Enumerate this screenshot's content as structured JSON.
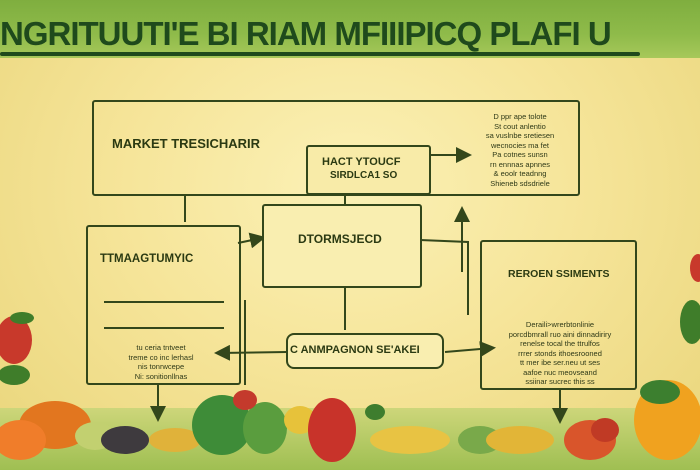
{
  "banner": {
    "title": "NGRITUUTI'E BI RIAM MFIIIPICQ PLAFI U"
  },
  "diagram": {
    "market_research": {
      "label": "MARKET TRESICHARIR"
    },
    "top_note": {
      "lines": [
        "D ppr ape tolote",
        "St cout anlentio",
        "sa vuslnbe sretiesen",
        "wecnocies ma fet",
        "Pa cotnes sunsn",
        "rn ennnas apnnes",
        "& eoolr teadnng",
        "Shieneb sdsdriele"
      ]
    },
    "hacy_box": {
      "line1": "HACT YTOUCF",
      "line2": "SIRDLCA1 SO"
    },
    "dtorms_box": {
      "label": "DTORMSJECD"
    },
    "tmagtu_box": {
      "label": "TTMAAGTUMYIC",
      "note_lines": [
        "tu ceria tntveet",
        "treme co inc lerhasl",
        "nis tonrwcepe",
        "Ni: sonitionllnas"
      ]
    },
    "reroen_box": {
      "label": "REROEN SSIMENTS",
      "note_lines": [
        "Deraili>wrerbtonlinie",
        "porcdbmrall ruo aini dinnadiriry",
        "renelse tocal the ttrulfos",
        "rrrer stonds ithoesrooned",
        "tt mer ibe ser.neu ut ses",
        "aafoe nuc meovseand",
        "ssiinar sucrec this ss"
      ]
    },
    "campaign_box": {
      "label": "C ANMPAGNON SE'AKEI"
    }
  },
  "icons": [
    "vegetable-border-illustration",
    "arrow-connector"
  ],
  "colors": {
    "banner": "#8fbb4a",
    "background": "#f6e59a",
    "stroke": "#33471b",
    "title": "#1f4a1c"
  }
}
